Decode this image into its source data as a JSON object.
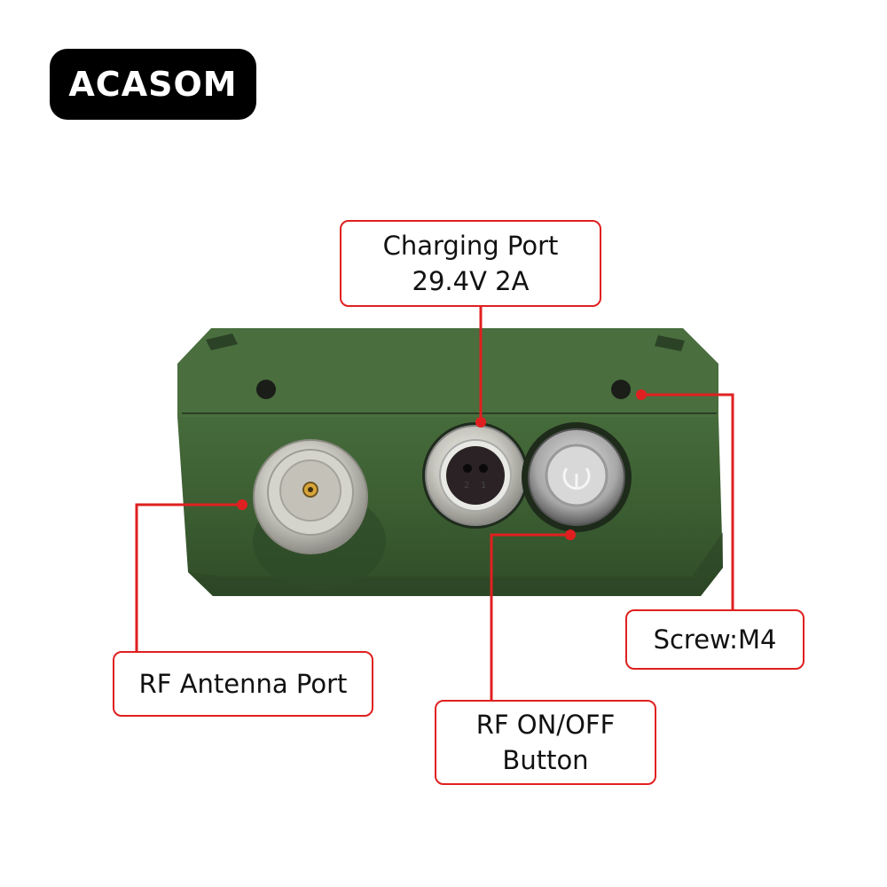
{
  "brand": {
    "logo_text": "ACASOM"
  },
  "labels": {
    "charging_port": {
      "line1": "Charging Port",
      "line2": "29.4V 2A"
    },
    "rf_antenna_port": {
      "text": "RF Antenna Port"
    },
    "rf_button": {
      "line1": "RF ON/OFF",
      "line2": "Button"
    },
    "screw": {
      "text": "Screw:M4"
    }
  },
  "colors": {
    "callout_red": "#e02020",
    "device_green": "#3d5e33",
    "logo_bg": "#000000"
  }
}
